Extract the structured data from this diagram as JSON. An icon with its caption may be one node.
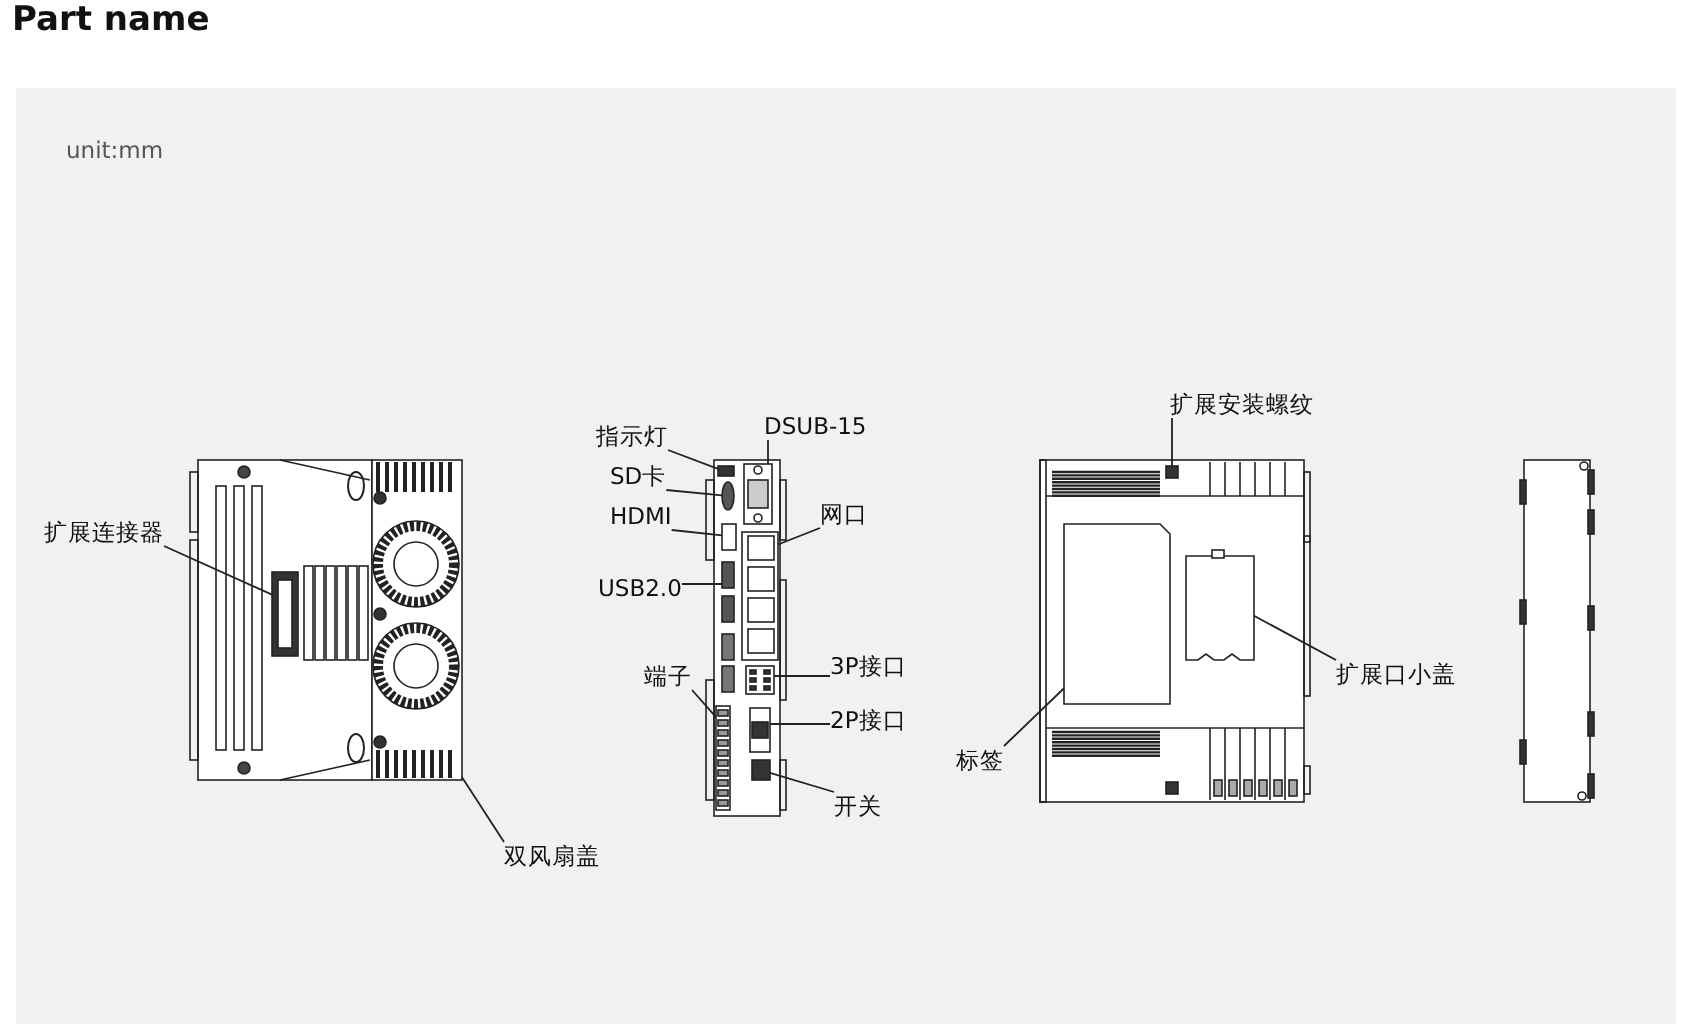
{
  "diagram": {
    "title": "Part name",
    "nodes": [
      {
        "text": [
          "扩展连接器"
        ]
      },
      {
        "text": [
          "双风扇盖"
        ]
      },
      {
        "text": [
          "指示灯"
        ]
      },
      {
        "text": [
          "SD卡"
        ]
      },
      {
        "text": [
          "HDMI"
        ]
      },
      {
        "text": [
          "USB2.0"
        ]
      },
      {
        "text": [
          "端子"
        ]
      },
      {
        "text": [
          "DSUB-15"
        ]
      },
      {
        "text": [
          "网口"
        ]
      },
      {
        "text": [
          "3P接口"
        ]
      },
      {
        "text": [
          "2P接口"
        ]
      },
      {
        "text": [
          "开关"
        ]
      },
      {
        "text": [
          "扩展安装螺纹"
        ]
      },
      {
        "text": [
          "标签"
        ]
      },
      {
        "text": [
          "扩展口小盖"
        ]
      },
      {
        "text": [],
        "shape": "box"
      },
      {
        "text": [],
        "shape": "box"
      },
      {
        "text": [],
        "shape": "box"
      },
      {
        "text": [],
        "shape": "circle"
      },
      {
        "text": [],
        "shape": "box"
      },
      {
        "text": [],
        "shape": "box"
      },
      {
        "text": [],
        "shape": "box"
      },
      {
        "text": [],
        "shape": "box"
      },
      {
        "text": [],
        "shape": "box"
      },
      {
        "text": [],
        "shape": "box"
      },
      {
        "text": [],
        "shape": "box"
      },
      {
        "text": [],
        "shape": "box"
      },
      {
        "text": [],
        "shape": "box"
      },
      {
        "text": [],
        "shape": "box"
      },
      {
        "text": [],
        "shape": "box"
      }
    ],
    "edges": [
      {
        "from": 0,
        "to": 15,
        "arrow": "none"
      },
      {
        "from": 1,
        "to": 16,
        "arrow": "none"
      },
      {
        "from": 2,
        "to": 17,
        "arrow": "none"
      },
      {
        "from": 3,
        "to": 18,
        "arrow": "none"
      },
      {
        "from": 4,
        "to": 19,
        "arrow": "none"
      },
      {
        "from": 5,
        "to": 20,
        "arrow": "none"
      },
      {
        "from": 6,
        "to": 21,
        "arrow": "none"
      },
      {
        "from": 7,
        "to": 22,
        "arrow": "none"
      },
      {
        "from": 8,
        "to": 23,
        "arrow": "none"
      },
      {
        "from": 9,
        "to": 24,
        "arrow": "none"
      },
      {
        "from": 10,
        "to": 25,
        "arrow": "none"
      },
      {
        "from": 11,
        "to": 26,
        "arrow": "none"
      },
      {
        "from": 12,
        "to": 27,
        "arrow": "none"
      },
      {
        "from": 13,
        "to": 28,
        "arrow": "none"
      },
      {
        "from": 14,
        "to": 29,
        "arrow": "none"
      }
    ],
    "labels": [
      "unit:mm"
    ]
  }
}
